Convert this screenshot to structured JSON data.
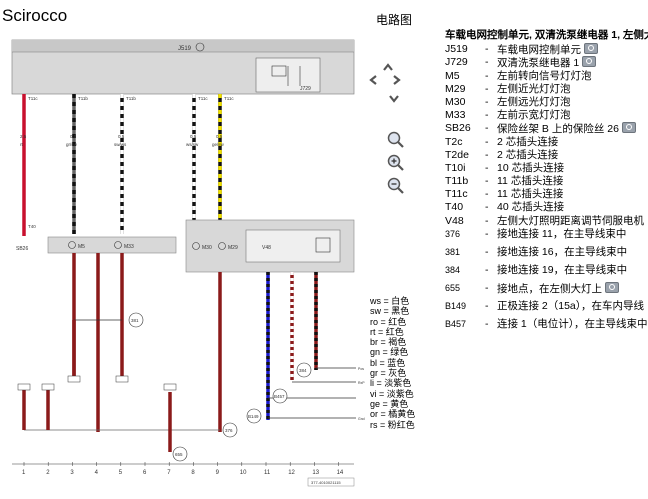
{
  "app": {
    "title": "Scirocco"
  },
  "page": {
    "title": "电路图"
  },
  "legend": {
    "header": "车载电网控制单元, 双清洗泵继电器 1, 左侧大",
    "items": [
      {
        "code": "J519",
        "desc": "车载电网控制单元",
        "camera": true
      },
      {
        "code": "J729",
        "desc": "双清洗泵继电器 1",
        "camera": true
      },
      {
        "code": "M5",
        "desc": "左前转向信号灯灯泡",
        "camera": false
      },
      {
        "code": "M29",
        "desc": "左侧近光灯灯泡",
        "camera": false
      },
      {
        "code": "M30",
        "desc": "左侧远光灯灯泡",
        "camera": false
      },
      {
        "code": "M33",
        "desc": "左前示宽灯灯泡",
        "camera": false
      },
      {
        "code": "SB26",
        "desc": "保险丝架 B 上的保险丝 26",
        "camera": true
      },
      {
        "code": "T2c",
        "desc": "2 芯插头连接",
        "camera": false
      },
      {
        "code": "T2de",
        "desc": "2 芯插头连接",
        "camera": false
      },
      {
        "code": "T10i",
        "desc": "10 芯插头连接",
        "camera": false
      },
      {
        "code": "T11b",
        "desc": "11 芯插头连接",
        "camera": false
      },
      {
        "code": "T11c",
        "desc": "11 芯插头连接",
        "camera": false
      },
      {
        "code": "T40",
        "desc": "40 芯插头连接",
        "camera": false
      },
      {
        "code": "V48",
        "desc": "左侧大灯照明距离调节伺服电机",
        "camera": false
      },
      {
        "code": "376",
        "desc": "接地连接 11，在主导线束中",
        "camera": false,
        "small": true
      },
      {
        "code": "381",
        "desc": "接地连接 16，在主导线束中",
        "camera": false,
        "small": true
      },
      {
        "code": "384",
        "desc": "接地连接 19，在主导线束中",
        "camera": false,
        "small": true
      },
      {
        "code": "655",
        "desc": "接地点，在左侧大灯上",
        "camera": true,
        "small": true
      },
      {
        "code": "B149",
        "desc": "正极连接 2（15a），在车内导线",
        "camera": false,
        "small": true
      },
      {
        "code": "B457",
        "desc": "连接 1（电位计），在主导线束中",
        "camera": false,
        "small": true
      }
    ]
  },
  "colors": [
    "ws = 白色",
    "sw = 黑色",
    "ro = 红色",
    "rt = 红色",
    "br = 褐色",
    "gn = 绿色",
    "bl = 蓝色",
    "gr = 灰色",
    "li = 淡紫色",
    "vi = 淡紫色",
    "ge = 黄色",
    "or = 橘黄色",
    "rs = 粉红色"
  ],
  "diagram": {
    "top_unit": "J519",
    "relay": "J729",
    "fuse": "SB26",
    "box_left_labels": [
      "M5",
      "M33"
    ],
    "box_right_labels": [
      "M30",
      "M29",
      "V48"
    ],
    "connectors_top": [
      {
        "pin": "T11c /6",
        "gauge": "2.5",
        "color": "rt"
      },
      {
        "pin": "T11b /7",
        "gauge": "0.5",
        "color": "gr/sw"
      },
      {
        "pin": "T11b /11",
        "gauge": "0.5",
        "color": "sw/ws"
      },
      {
        "pin": "T11c /3",
        "gauge": "0.5",
        "color": "ws/sw"
      },
      {
        "pin": "T11c /4",
        "gauge": "0.5",
        "color": "ge/sw"
      }
    ],
    "ground_points": [
      "381",
      "384",
      "376",
      "655",
      "B149",
      "B457"
    ],
    "bottom_numbers": [
      "1",
      "2",
      "3",
      "4",
      "5",
      "6",
      "7",
      "8",
      "9",
      "10",
      "11",
      "12",
      "13",
      "14"
    ],
    "doc_id": "377-4010021115",
    "side_labels": [
      "Pos",
      "RxP",
      "Gnd"
    ]
  }
}
